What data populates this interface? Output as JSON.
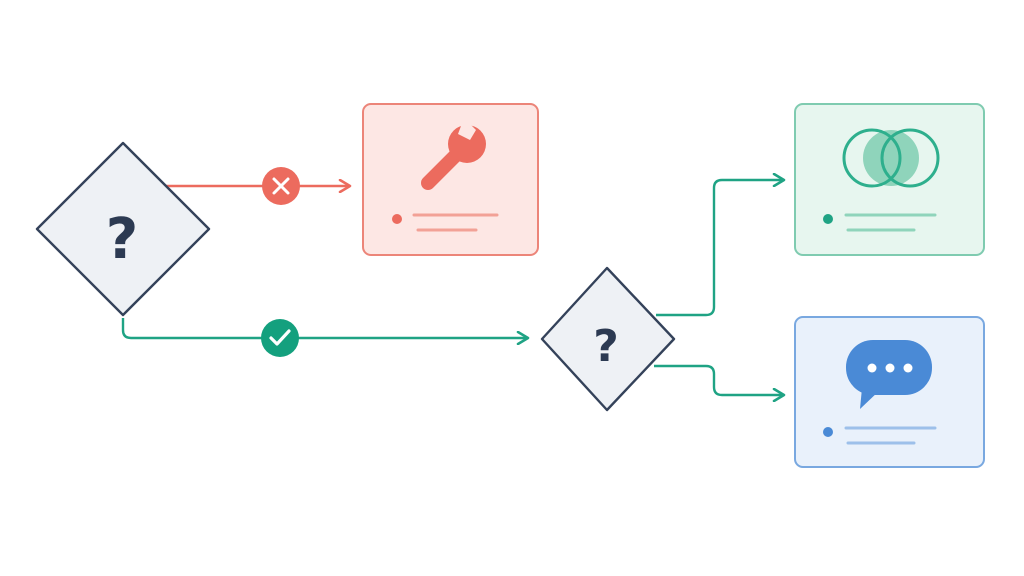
{
  "diagram": {
    "decisions": [
      {
        "id": "decision-1",
        "symbol": "?"
      },
      {
        "id": "decision-2",
        "symbol": "?"
      }
    ],
    "outcomes": [
      {
        "id": "repair",
        "icon": "wrench-icon",
        "status": "rejected",
        "color": "#ec6b5e"
      },
      {
        "id": "overlap",
        "icon": "venn-overlap-icon",
        "status": "accepted",
        "color": "#2eaf8d"
      },
      {
        "id": "message",
        "icon": "chat-bubble-icon",
        "status": "accepted",
        "color": "#4a8ad6"
      }
    ],
    "branches": {
      "no": {
        "icon": "x-icon",
        "color": "#ec6b5e"
      },
      "yes": {
        "icon": "check-icon",
        "color": "#14a07e"
      }
    },
    "colors": {
      "diamond_fill": "#eef1f5",
      "diamond_stroke": "#34425a",
      "symbol": "#2c3a52",
      "red_card_bg": "#fde7e4",
      "red_card_border": "#ec8579",
      "green_card_bg": "#e7f6ef",
      "green_card_border": "#7fcbb0",
      "blue_card_bg": "#e9f1fb",
      "blue_card_border": "#79a8e0"
    }
  }
}
